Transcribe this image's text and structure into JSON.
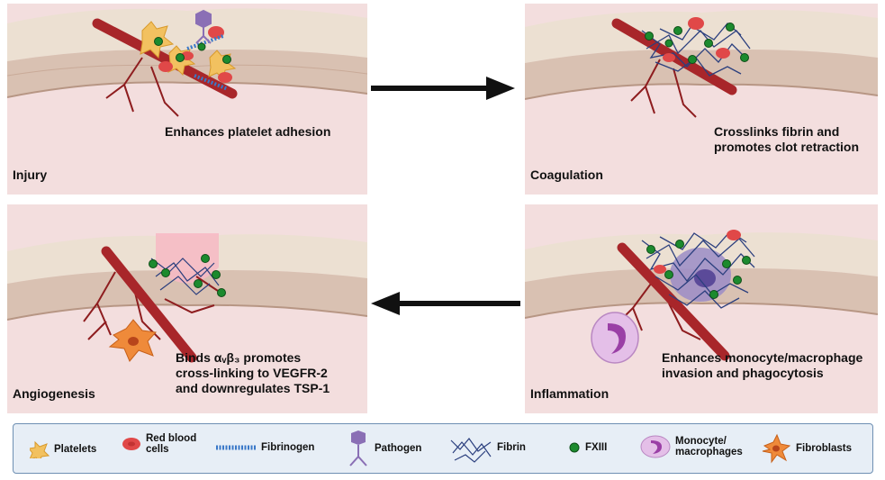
{
  "panels": {
    "injury": {
      "stage": "Injury",
      "caption": "Enhances platelet adhesion"
    },
    "coagulation": {
      "stage": "Coagulation",
      "caption_lines": [
        "Crosslinks fibrin and",
        "promotes clot retraction"
      ]
    },
    "angiogenesis": {
      "stage": "Angiogenesis",
      "caption_lines": [
        "Binds αᵥβ₃ promotes",
        "cross-linking to  VEGFR-2",
        "and downregulates TSP-1"
      ]
    },
    "inflammation": {
      "stage": "Inflammation",
      "caption_lines": [
        "Enhances monocyte/macrophage",
        "invasion and phagocytosis"
      ]
    }
  },
  "legend": {
    "platelets": "Platelets",
    "rbc_lines": [
      "Red blood",
      "cells"
    ],
    "fibrinogen": "Fibrinogen",
    "pathogen": "Pathogen",
    "fibrin": "Fibrin",
    "fxiii": "FXIII",
    "monocyte_lines": [
      "Monocyte/",
      "macrophages"
    ],
    "fibroblasts": "Fibroblasts"
  },
  "colors": {
    "skin_top": "#ece0d2",
    "skin_layer": "#d9c1b2",
    "tissue": "#f3dede",
    "vessel": "#a8262a",
    "fxiii": "#1c8a2e",
    "fibrin": "#2b3f7e",
    "rbc": "#e04848",
    "platelet": "#f2c160",
    "fibrinogen": "#3a78c8",
    "pathogen": "#8a6fb5",
    "monocyte": "#d9a6df",
    "fibroblast": "#ef8a3a",
    "legend_bg": "#e7eef6",
    "legend_border": "#6e8fb3",
    "arrow": "#111111"
  }
}
